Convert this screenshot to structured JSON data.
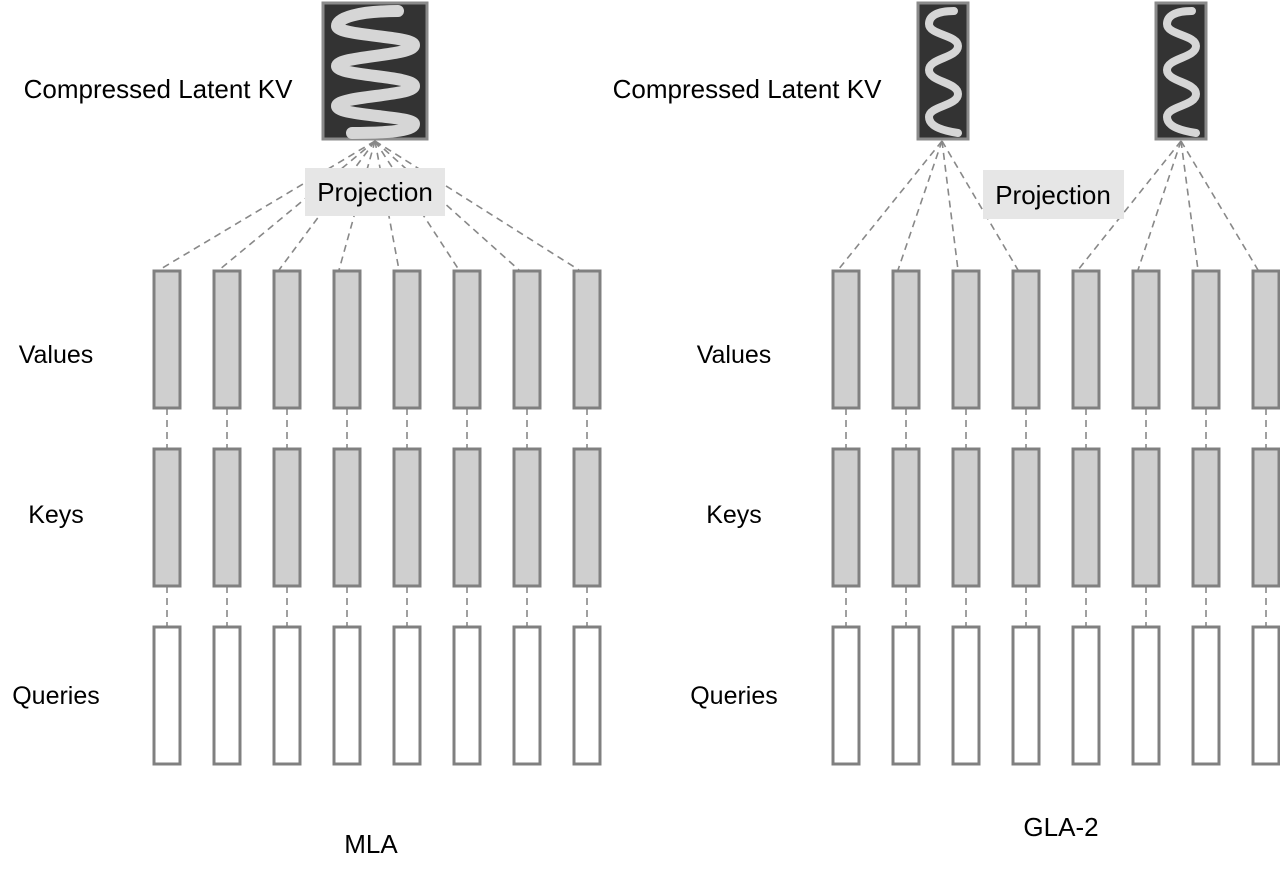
{
  "colors": {
    "head_fill": "#cfcfcf",
    "head_stroke": "#808080",
    "query_fill": "#ffffff",
    "latent_fill": "#333333",
    "latent_wave": "#d6d6d6",
    "projection_bg": "#e6e6e6",
    "dashed_line": "#888888"
  },
  "panels": [
    {
      "title": "MLA",
      "latent_label": "Compressed Latent KV",
      "projection_label": "Projection",
      "row_labels": {
        "values": "Values",
        "keys": "Keys",
        "queries": "Queries"
      },
      "num_heads": 8,
      "num_latent_groups": 1
    },
    {
      "title": "GLA-2",
      "latent_label": "Compressed Latent KV",
      "projection_label": "Projection",
      "row_labels": {
        "values": "Values",
        "keys": "Keys",
        "queries": "Queries"
      },
      "num_heads": 8,
      "num_latent_groups": 2
    }
  ]
}
